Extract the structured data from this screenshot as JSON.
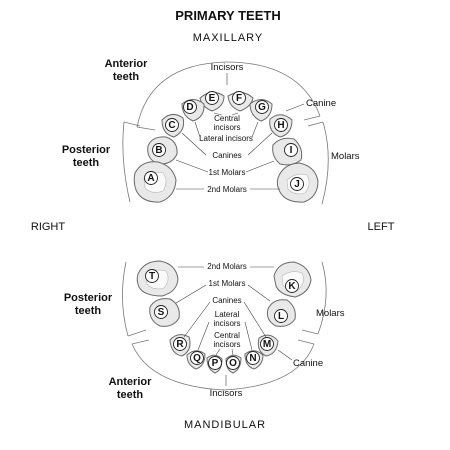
{
  "title": "PRIMARY TEETH",
  "maxillary": {
    "arch_label": "MAXILLARY",
    "incisors_label": "Incisors",
    "anterior_label": [
      "Anterior",
      "teeth"
    ],
    "posterior_label": [
      "Posterior",
      "teeth"
    ],
    "canine_label": "Canine",
    "molars_label": "Molars",
    "inner_labels": {
      "central": [
        "Central",
        "incisors"
      ],
      "lateral": "Lateral incisors",
      "canines": "Canines",
      "first_molars": "1st Molars",
      "second_molars": "2nd Molars"
    },
    "teeth": [
      "A",
      "B",
      "C",
      "D",
      "E",
      "F",
      "G",
      "H",
      "I",
      "J"
    ]
  },
  "sides": {
    "right": "RIGHT",
    "left": "LEFT"
  },
  "mandibular": {
    "arch_label": "MANDIBULAR",
    "incisors_label": "Incisors",
    "anterior_label": [
      "Anterior",
      "teeth"
    ],
    "posterior_label": [
      "Posterior",
      "teeth"
    ],
    "canine_label": "Canine",
    "molars_label": "Molars",
    "inner_labels": {
      "second_molars": "2nd Molars",
      "first_molars": "1st Molars",
      "canines": "Canines",
      "lateral": [
        "Lateral",
        "incisors"
      ],
      "central": [
        "Central",
        "incisors"
      ]
    },
    "teeth": [
      "K",
      "L",
      "M",
      "N",
      "O",
      "P",
      "Q",
      "R",
      "S",
      "T"
    ]
  }
}
